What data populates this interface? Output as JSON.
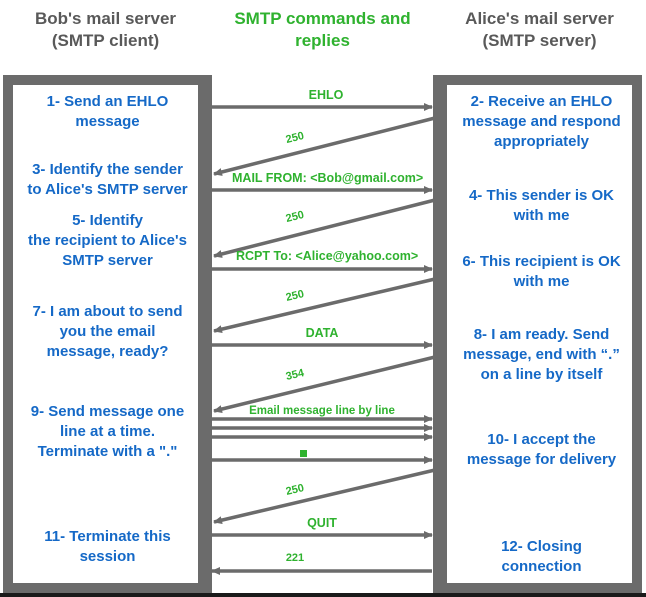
{
  "headings": {
    "left": "Bob's mail server\n(SMTP client)",
    "middle": "SMTP commands and\nreplies",
    "right": "Alice's mail server\n(SMTP server)"
  },
  "colors": {
    "client_text": "#1569c7",
    "protocol_label": "#2fb22f",
    "heading_grey": "#595959",
    "frame_grey": "#6b6b6b",
    "arrow_grey": "#6b6b6b",
    "background": "#ffffff"
  },
  "client_steps": [
    {
      "id": "step-1",
      "text": "1- Send an EHLO\nmessage"
    },
    {
      "id": "step-3",
      "text": "3- Identify the sender\nto Alice's SMTP server"
    },
    {
      "id": "step-5",
      "text": "5- Identify\nthe recipient to Alice's\nSMTP server"
    },
    {
      "id": "step-7",
      "text": "7- I am about to send\nyou the email\nmessage, ready?"
    },
    {
      "id": "step-9",
      "text": "9- Send message one\nline at a time.\nTerminate with a \".\""
    },
    {
      "id": "step-11",
      "text": "11- Terminate this\nsession"
    }
  ],
  "server_steps": [
    {
      "id": "step-2",
      "text": "2- Receive an EHLO\nmessage and respond\nappropriately"
    },
    {
      "id": "step-4",
      "text": "4- This sender is OK\nwith me"
    },
    {
      "id": "step-6",
      "text": "6- This recipient is OK\nwith me"
    },
    {
      "id": "step-8",
      "text": "8-  I am ready. Send\nmessage, end with “.”\non a line by itself"
    },
    {
      "id": "step-10",
      "text": "10-  I accept the\nmessage for delivery"
    },
    {
      "id": "step-12",
      "text": "12-  Closing\nconnection"
    }
  ],
  "messages": [
    {
      "id": "msg-ehlo",
      "label": "EHLO",
      "direction": "client-to-server",
      "style": "horizontal"
    },
    {
      "id": "reply-250-ehlo",
      "label": "250",
      "direction": "server-to-client",
      "style": "diagonal"
    },
    {
      "id": "msg-mail-from",
      "label": "MAIL FROM: <Bob@gmail.com>",
      "direction": "client-to-server",
      "style": "horizontal"
    },
    {
      "id": "reply-250-mail",
      "label": "250",
      "direction": "server-to-client",
      "style": "diagonal"
    },
    {
      "id": "msg-rcpt-to",
      "label": "RCPT To: <Alice@yahoo.com>",
      "direction": "client-to-server",
      "style": "horizontal"
    },
    {
      "id": "reply-250-rcpt",
      "label": "250",
      "direction": "server-to-client",
      "style": "diagonal"
    },
    {
      "id": "msg-data",
      "label": "DATA",
      "direction": "client-to-server",
      "style": "horizontal"
    },
    {
      "id": "reply-354",
      "label": "354",
      "direction": "server-to-client",
      "style": "diagonal"
    },
    {
      "id": "msg-body-1",
      "label": "Email message line by line",
      "direction": "client-to-server",
      "style": "horizontal"
    },
    {
      "id": "msg-body-2",
      "label": "",
      "direction": "client-to-server",
      "style": "horizontal"
    },
    {
      "id": "msg-body-3",
      "label": "",
      "direction": "client-to-server",
      "style": "horizontal"
    },
    {
      "id": "msg-body-dot",
      "label": ".",
      "direction": "client-to-server",
      "style": "horizontal"
    },
    {
      "id": "reply-250-body",
      "label": "250",
      "direction": "server-to-client",
      "style": "diagonal"
    },
    {
      "id": "msg-quit",
      "label": "QUIT",
      "direction": "client-to-server",
      "style": "horizontal"
    },
    {
      "id": "reply-221",
      "label": "221",
      "direction": "server-to-client",
      "style": "horizontal"
    }
  ]
}
